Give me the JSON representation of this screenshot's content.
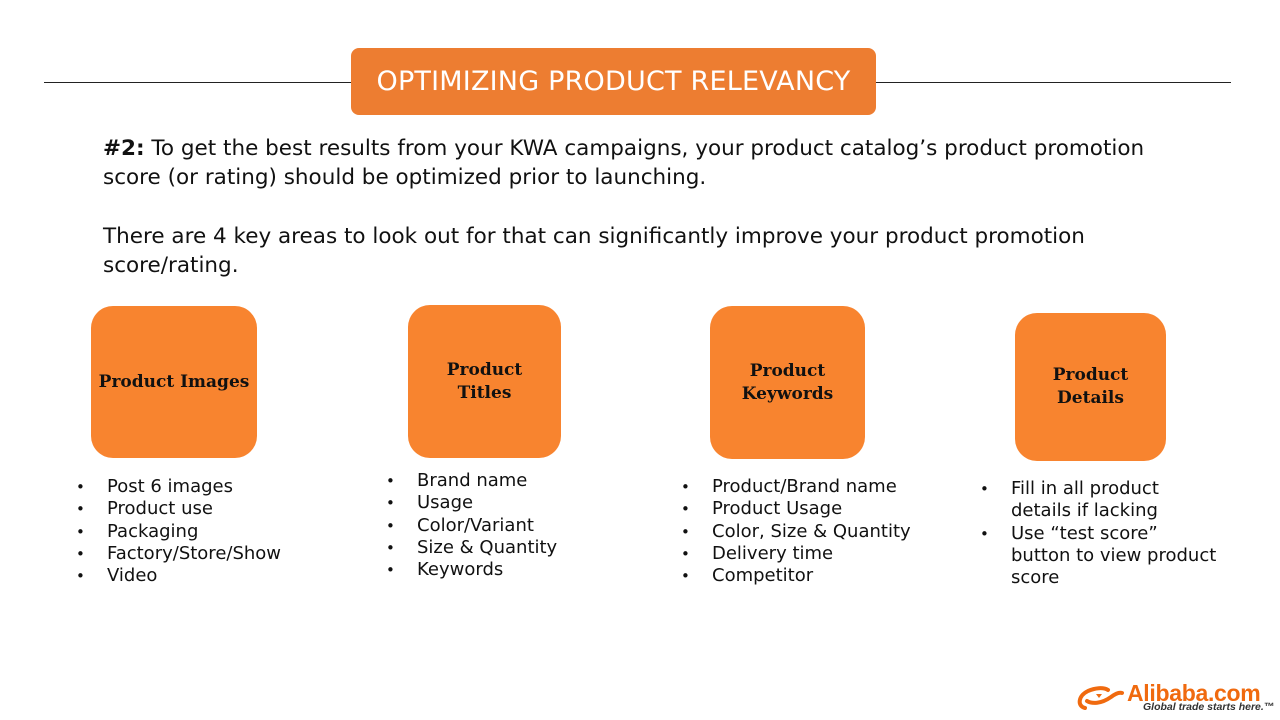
{
  "slide": {
    "title": "OPTIMIZING PRODUCT RELEVANCY",
    "intro_prefix": "#2:",
    "intro_text": " To get the best results from your KWA campaigns, your product catalog’s product promotion score (or rating) should be optimized prior to launching.",
    "intro_second": "There are 4 key areas to look out for that can significantly improve your product promotion score/rating."
  },
  "areas": [
    {
      "label": "Product Images",
      "items": [
        "Post 6 images",
        "Product use",
        "Packaging",
        "Factory/Store/Show",
        "Video"
      ]
    },
    {
      "label": "Product\nTitles",
      "items": [
        "Brand name",
        "Usage",
        "Color/Variant",
        "Size & Quantity",
        "Keywords"
      ]
    },
    {
      "label": "Product\nKeywords",
      "items": [
        "Product/Brand name",
        "Product Usage",
        "Color, Size & Quantity",
        "Delivery time",
        "Competitor"
      ]
    },
    {
      "label": "Product\nDetails",
      "items": [
        "Fill in all product details if lacking",
        "Use “test score” button to view product score"
      ]
    }
  ],
  "logo": {
    "name": "Alibaba.com",
    "tagline": "Global trade starts here.™",
    "color": "#F06A0F"
  },
  "colors": {
    "banner": "#ED7D31",
    "box": "#F8842F"
  }
}
